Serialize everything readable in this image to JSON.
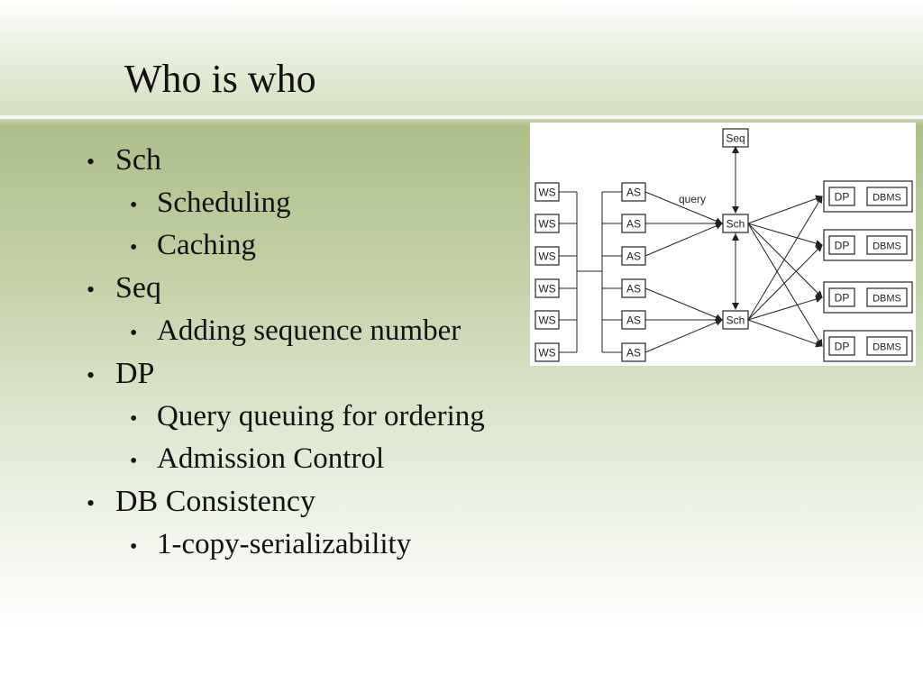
{
  "title": "Who is who",
  "bullets": [
    {
      "text": "Sch",
      "sub": [
        "Scheduling",
        "Caching"
      ]
    },
    {
      "text": "Seq",
      "sub": [
        "Adding sequence number"
      ]
    },
    {
      "text": "DP",
      "sub": [
        "Query queuing for ordering",
        "Admission Control"
      ]
    },
    {
      "text": "DB Consistency",
      "sub": [
        "1-copy-serializability"
      ]
    }
  ],
  "bullet_glyph": "•",
  "diagram": {
    "ws_label": "WS",
    "as_label": "AS",
    "sch_label": "Sch",
    "seq_label": "Seq",
    "dp_label": "DP",
    "dbms_label": "DBMS",
    "edge_label": "query",
    "ws_count": 6,
    "as_count": 6,
    "db_count": 4
  }
}
